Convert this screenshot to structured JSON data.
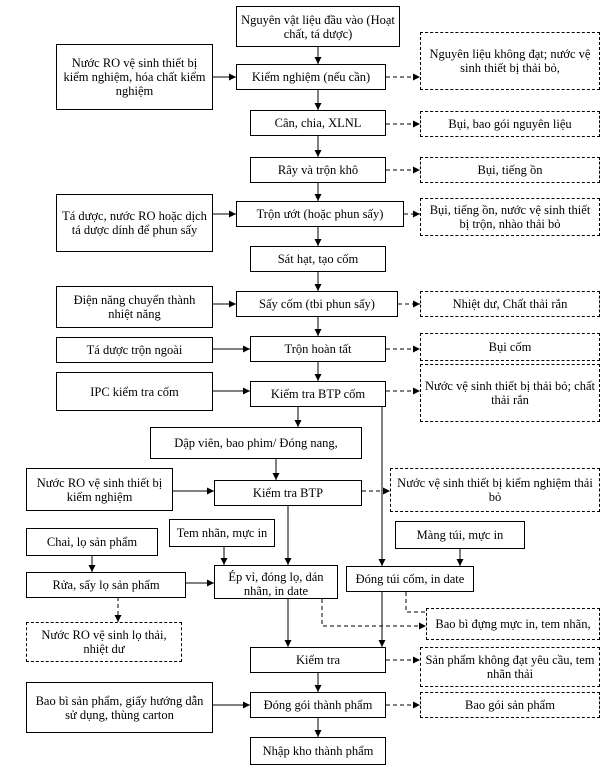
{
  "nodes": {
    "input": "Nguyên vật liệu đầu vào (Hoạt chất, tá dược)",
    "test": "Kiểm nghiệm (nếu cần)",
    "weigh": "Cân, chia, XLNL",
    "sieve": "Rây và trộn khô",
    "wetmix": "Trộn ướt (hoặc phun sấy)",
    "granulate": "Sát hạt, tạo cốm",
    "dry": "Sấy cốm (tbi phun sấy)",
    "finalmix": "Trộn hoàn tất",
    "check_btp_granule": "Kiểm tra BTP cốm",
    "press": "Dập viên, bao phim/ Đóng nang,",
    "check_btp": "Kiểm tra BTP",
    "blister": "Ép vỉ, đóng lọ, dán nhãn, in date",
    "sachet": "Đóng túi cốm, in date",
    "inspect": "Kiểm tra",
    "pack": "Đóng gói thành phẩm",
    "store": "Nhập kho thành phẩm",
    "wash_bottle": "Rửa, sấy lọ sản phẩm"
  },
  "inputs": {
    "ro_test": "Nước RO vệ sinh thiết bị kiểm nghiệm, hóa chất kiểm nghiệm",
    "binder": "Tá dược, nước RO hoặc dịch tá dược dính để phun sấy",
    "power": "Điện năng chuyển thành nhiệt năng",
    "outer_excipient": "Tá dược trộn ngoài",
    "ipc": "IPC kiểm tra cốm",
    "ro_test2": "Nước RO vệ sinh thiết bị kiểm nghiệm",
    "bottles": "Chai, lọ sản phẩm",
    "label_ink": "Tem nhãn, mực in",
    "film_ink": "Màng túi, mực in",
    "packaging": "Bao bì sản phẩm, giấy hướng dẫn sử dụng, thùng carton"
  },
  "outputs": {
    "reject_material": "Nguyên liệu không đạt; nước vệ sinh thiết bị thải bỏ,",
    "dust_bag": "Bụi, bao gói nguyên liệu",
    "dust_noise": "Bụi, tiếng ồn",
    "dust_noise_water": "Bụi, tiếng ồn, nước vệ sinh thiết bị trộn, nhào thải bỏ",
    "heat_solid": "Nhiệt dư, Chất thải rắn",
    "dust_granule": "Bụi cốm",
    "wash_water_solid": "Nước vệ sinh thiết bị thải bỏ; chất thải rắn",
    "lab_water": "Nước vệ sinh thiết bị kiểm nghiệm thải bỏ",
    "bottle_water": "Nước RO vệ sinh lọ thải, nhiệt dư",
    "pack_waste": "Bao bì đựng mực in, tem nhãn,",
    "reject_product": "Sản phẩm không đạt yêu cầu, tem nhãn thải",
    "product_pack": "Bao gói sản phẩm"
  }
}
